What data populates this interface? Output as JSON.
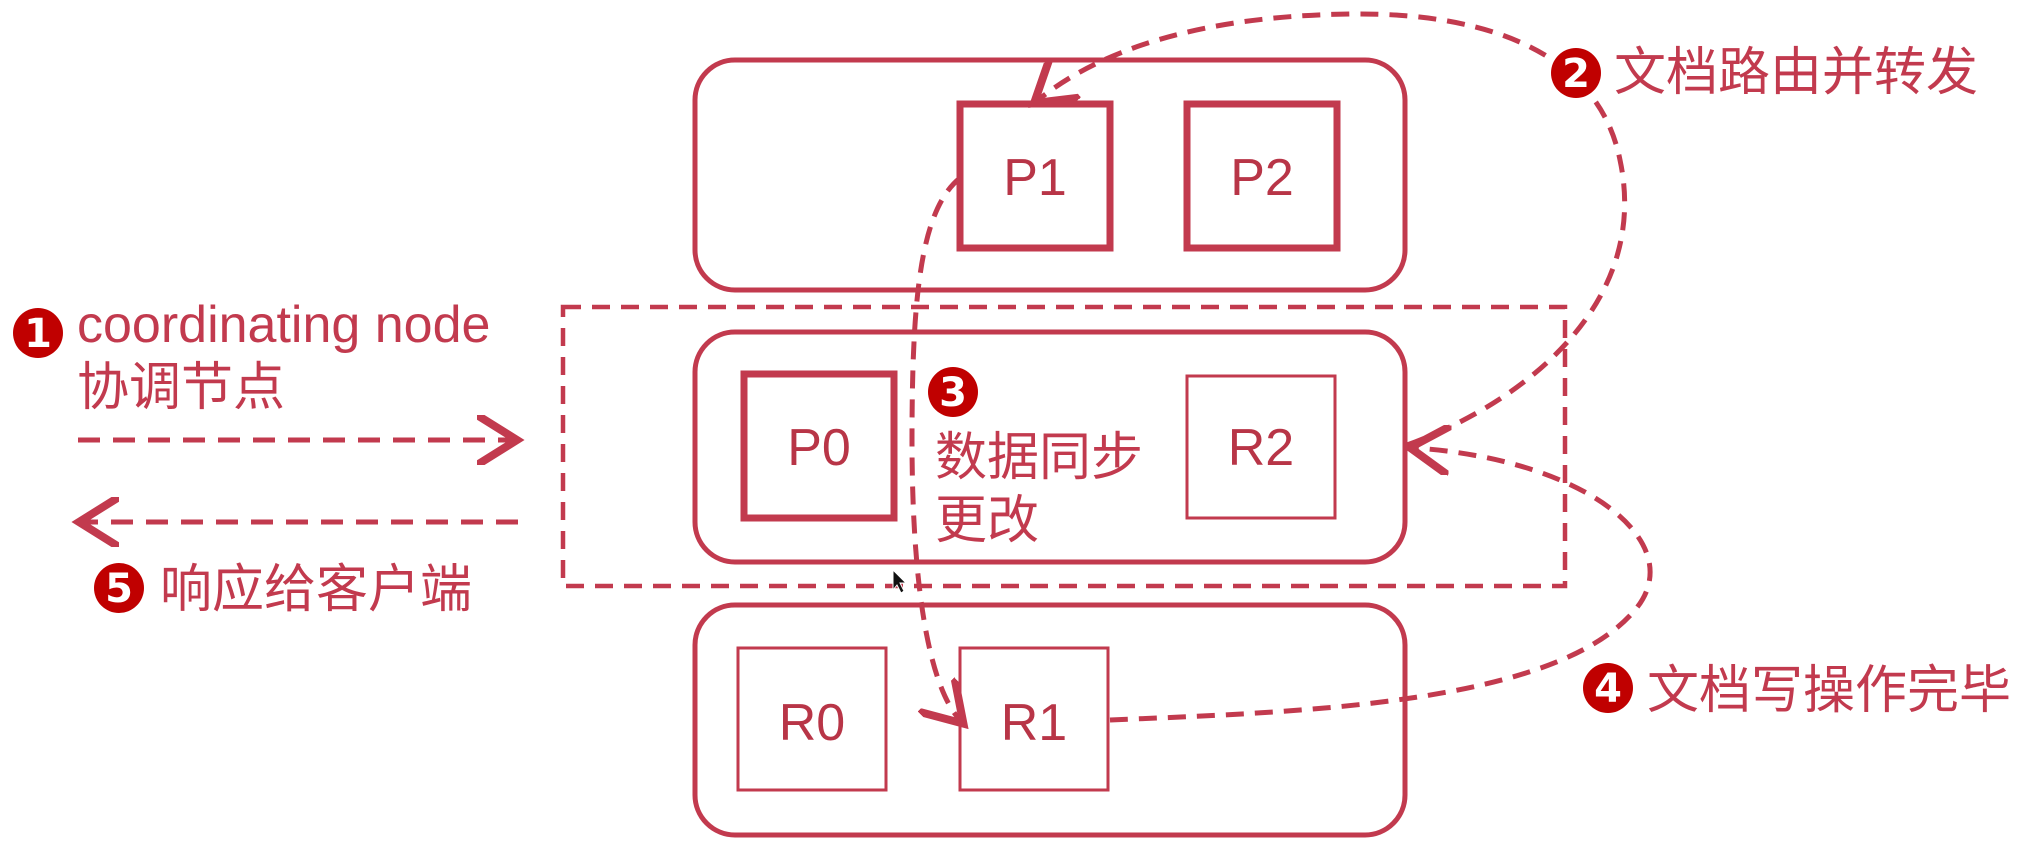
{
  "colors": {
    "accent": "#c23a4e",
    "badge": "#c00000"
  },
  "nodes": [
    {
      "shards": [
        "P1",
        "P2"
      ]
    },
    {
      "shards": [
        "P0",
        "R2"
      ]
    },
    {
      "shards": [
        "R0",
        "R1"
      ]
    }
  ],
  "steps": {
    "step1": {
      "num": "1",
      "line1": "coordinating node",
      "line2": "协调节点"
    },
    "step2": {
      "num": "2",
      "text": "文档路由并转发"
    },
    "step3": {
      "num": "3",
      "line1": "数据同步",
      "line2": "更改"
    },
    "step4": {
      "num": "4",
      "text": "文档写操作完毕"
    },
    "step5": {
      "num": "5",
      "text": "响应给客户端"
    }
  }
}
